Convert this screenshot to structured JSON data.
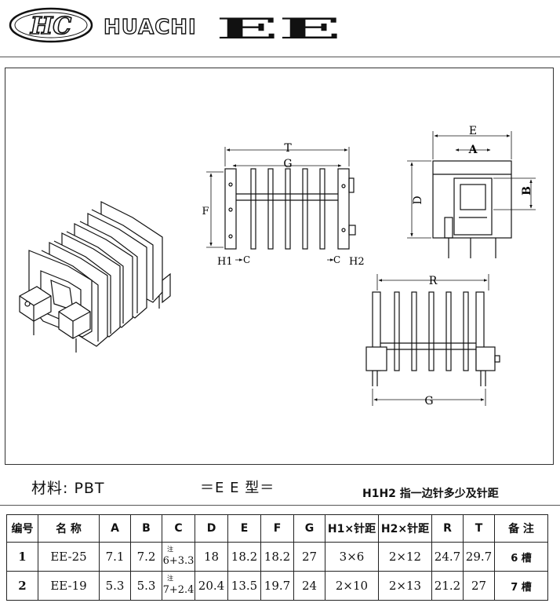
{
  "header": {
    "logo_text": "HC",
    "brand_name": "HUACHI",
    "series_name": "EE"
  },
  "drawing": {
    "labels": {
      "T": "T",
      "G": "G",
      "F": "F",
      "H1": "H1",
      "H2": "H2",
      "C": "C",
      "E": "E",
      "A": "A",
      "D": "D",
      "B": "B",
      "R": "R",
      "G2": "G"
    }
  },
  "info": {
    "material": "材料: PBT",
    "type": "＝E E 型＝",
    "note": "H1H2 指一边针多少及针距"
  },
  "table": {
    "headers": [
      "编号",
      "名 称",
      "A",
      "B",
      "C",
      "D",
      "E",
      "F",
      "G",
      "H1×针距",
      "H2×针距",
      "R",
      "T",
      "备 注"
    ],
    "rows": [
      {
        "no": "1",
        "name": "EE-25",
        "A": "7.1",
        "B": "7.2",
        "C_note": "注",
        "C": "6+3.3",
        "D": "18",
        "E": "18.2",
        "F": "18.2",
        "G": "27",
        "H1": "3×6",
        "H2": "2×12",
        "R": "24.7",
        "T": "29.7",
        "remark": "6 槽"
      },
      {
        "no": "2",
        "name": "EE-19",
        "A": "5.3",
        "B": "5.3",
        "C_note": "注",
        "C": "7+2.4",
        "D": "20.4",
        "E": "13.5",
        "F": "19.7",
        "G": "24",
        "H1": "2×10",
        "H2": "2×13",
        "R": "21.2",
        "T": "27",
        "remark": "7 槽"
      }
    ]
  }
}
